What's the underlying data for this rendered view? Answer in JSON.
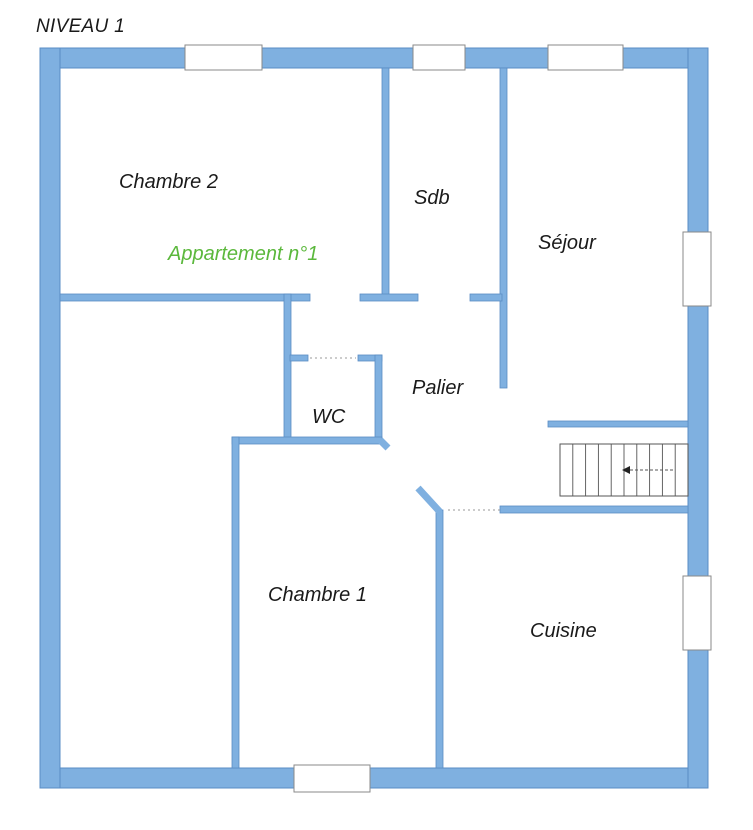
{
  "title": "NIVEAU 1",
  "apartment": {
    "label": "Appartement n°1",
    "color": "#5bb83c"
  },
  "rooms": {
    "chambre2": "Chambre 2",
    "sdb": "Sdb",
    "sejour": "Séjour",
    "palier": "Palier",
    "wc": "WC",
    "chambre1": "Chambre 1",
    "cuisine": "Cuisine"
  },
  "colors": {
    "wall": "#7fb0e0",
    "wall_edge": "#5a8cc4",
    "window": "#ffffff",
    "stairs": "#555555"
  },
  "stairs": {
    "steps": 10,
    "arrow_direction": "left"
  }
}
